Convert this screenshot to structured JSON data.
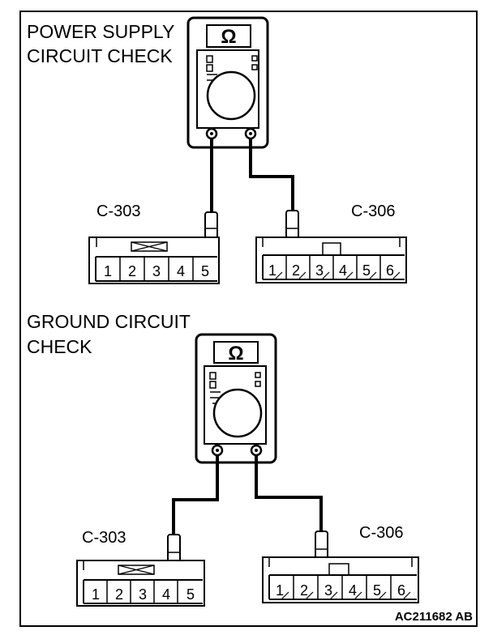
{
  "figure_code": "AC211682 AB",
  "meter_symbol": "Ω",
  "power_check": {
    "title_line1": "POWER SUPPLY",
    "title_line2": "CIRCUIT CHECK",
    "left_connector": {
      "label": "C-303",
      "pins": [
        "1",
        "2",
        "3",
        "4",
        "5"
      ]
    },
    "right_connector": {
      "label": "C-306",
      "pins": [
        "1",
        "2",
        "3",
        "4",
        "5",
        "6"
      ]
    }
  },
  "ground_check": {
    "title_line1": "GROUND CIRCUIT",
    "title_line2": "CHECK",
    "left_connector": {
      "label": "C-303",
      "pins": [
        "1",
        "2",
        "3",
        "4",
        "5"
      ]
    },
    "right_connector": {
      "label": "C-306",
      "pins": [
        "1",
        "2",
        "3",
        "4",
        "5",
        "6"
      ]
    }
  }
}
